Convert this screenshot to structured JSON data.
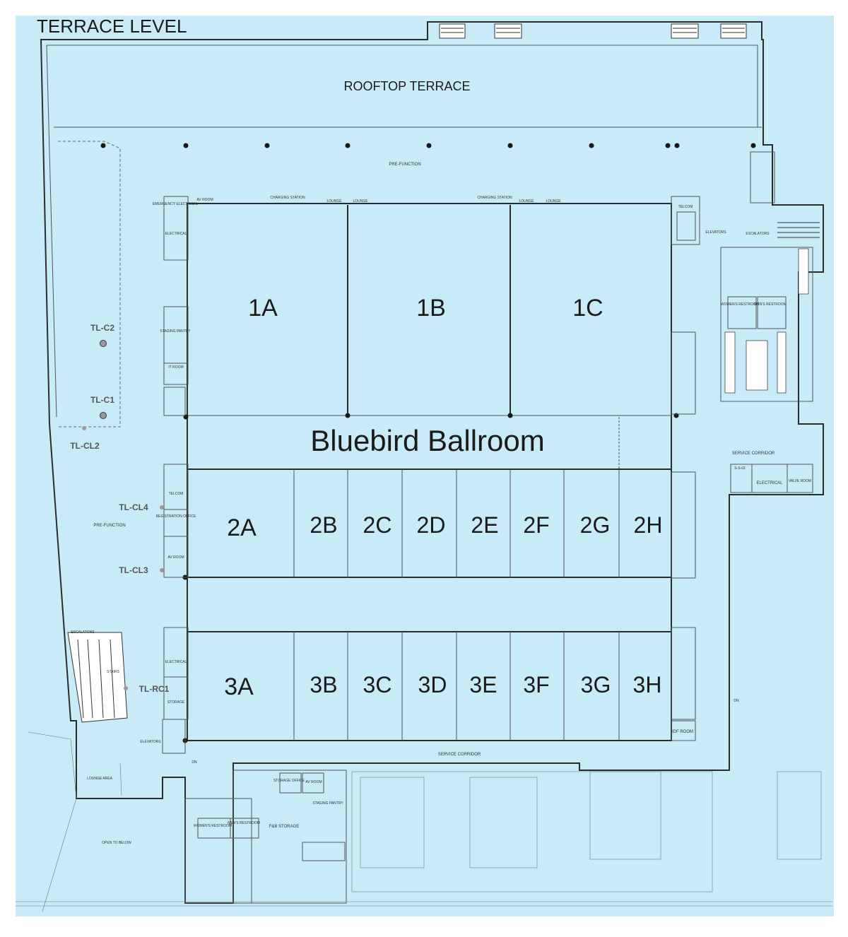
{
  "title": "TERRACE LEVEL",
  "colors": {
    "floor": "#c8ebf7",
    "wall": "#2b2b2b",
    "marker": "#9a9a9a"
  },
  "labels": {
    "rooftop_terrace": "ROOFTOP TERRACE",
    "prefunction_top": "PRE-FUNCTION",
    "prefunction_left": "PRE-FUNCTION",
    "ballroom": "Bluebird Ballroom",
    "service_corridor_right": "SERVICE CORRIDOR",
    "service_corridor_bottom": "SERVICE CORRIDOR",
    "elevators_right": "ELEVATORS",
    "escalators_right": "ESCALATORS",
    "telecom_right": "TELCOM",
    "womens_restroom_right": "WOMEN'S RESTROOM",
    "mens_restroom_right": "MEN'S RESTROOM",
    "electrical_right": "ELECTRICAL",
    "valve_room": "VALVE ROOM",
    "idf_room": "IDF ROOM",
    "ss02": "S-S-02",
    "emergency_electrical": "EMERGENCY ELECTRICAL",
    "av_room_top": "AV ROOM",
    "electrical_left_top": "ELECTRICAL",
    "staging_pantry_left": "STAGING PANTRY",
    "it_room": "IT ROOM",
    "charging_station_1": "CHARGING STATION",
    "charging_station_2": "CHARGING STATION",
    "lounge_1": "LOUNGE",
    "lounge_2": "LOUNGE",
    "lounge_3": "LOUNGE",
    "lounge_4": "LOUNGE",
    "telecom_left": "TELCOM",
    "registration_office": "REGISTRATION OFFICE",
    "av_room_left": "AV ROOM",
    "electrical_left": "ELECTRICAL",
    "storage": "STORAGE",
    "elevators_left": "ELEVATORS",
    "escalators_left": "ESCALATORS",
    "stairs": "STAIRS",
    "dn_left": "DN",
    "dn_right": "DN",
    "lounge_area": "LOUNGE AREA",
    "open_to_below": "OPEN TO BELOW",
    "womens_restroom_bottom": "WOMEN'S RESTROOM",
    "mens_restroom_bottom": "MEN'S RESTROOM",
    "fb_storage": "F&B STORAGE",
    "staging_pantry_bottom": "STAGING PANTRY",
    "av_room_bottom": "AV ROOM",
    "storage_office": "STORAGE OFFICE"
  },
  "rooms": {
    "r1A": "1A",
    "r1B": "1B",
    "r1C": "1C",
    "r2A": "2A",
    "r2B": "2B",
    "r2C": "2C",
    "r2D": "2D",
    "r2E": "2E",
    "r2F": "2F",
    "r2G": "2G",
    "r2H": "2H",
    "r3A": "3A",
    "r3B": "3B",
    "r3C": "3C",
    "r3D": "3D",
    "r3E": "3E",
    "r3F": "3F",
    "r3G": "3G",
    "r3H": "3H"
  },
  "markers": {
    "tlc2": "TL-C2",
    "tlc1": "TL-C1",
    "tlcl2": "TL-CL2",
    "tlcl4": "TL-CL4",
    "tlcl3": "TL-CL3",
    "tlrc1": "TL-RC1"
  }
}
